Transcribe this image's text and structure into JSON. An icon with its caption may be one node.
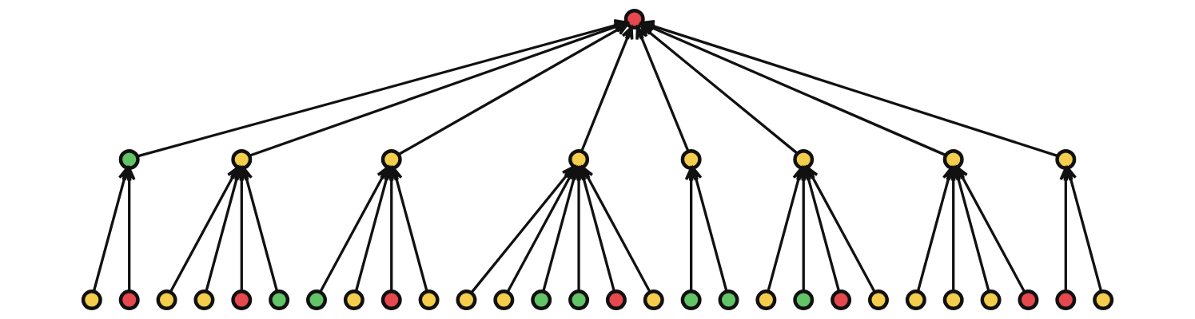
{
  "diagram": {
    "nodes": [
      {
        "text": [],
        "shape": "circle"
      },
      {
        "text": [],
        "shape": "circle"
      },
      {
        "text": [],
        "shape": "circle"
      },
      {
        "text": [],
        "shape": "circle"
      },
      {
        "text": [],
        "shape": "circle"
      },
      {
        "text": [],
        "shape": "circle"
      },
      {
        "text": [],
        "shape": "circle"
      },
      {
        "text": [],
        "shape": "circle"
      },
      {
        "text": [],
        "shape": "circle"
      },
      {
        "text": [],
        "shape": "circle"
      },
      {
        "text": [],
        "shape": "circle"
      },
      {
        "text": [],
        "shape": "circle"
      },
      {
        "text": [],
        "shape": "circle"
      },
      {
        "text": [],
        "shape": "circle"
      },
      {
        "text": [],
        "shape": "circle"
      },
      {
        "text": [],
        "shape": "circle"
      },
      {
        "text": [],
        "shape": "circle"
      },
      {
        "text": [],
        "shape": "circle"
      },
      {
        "text": [],
        "shape": "circle"
      },
      {
        "text": [],
        "shape": "circle"
      },
      {
        "text": [],
        "shape": "circle"
      },
      {
        "text": [],
        "shape": "circle"
      },
      {
        "text": [],
        "shape": "circle"
      },
      {
        "text": [],
        "shape": "circle"
      },
      {
        "text": [],
        "shape": "circle"
      },
      {
        "text": [],
        "shape": "circle"
      },
      {
        "text": [],
        "shape": "circle"
      },
      {
        "text": [],
        "shape": "circle"
      },
      {
        "text": [],
        "shape": "circle"
      },
      {
        "text": [],
        "shape": "circle"
      },
      {
        "text": [],
        "shape": "circle"
      },
      {
        "text": [],
        "shape": "circle"
      },
      {
        "text": [],
        "shape": "circle"
      },
      {
        "text": [],
        "shape": "circle"
      },
      {
        "text": [],
        "shape": "circle"
      },
      {
        "text": [],
        "shape": "circle"
      },
      {
        "text": [],
        "shape": "circle"
      }
    ],
    "edges": [
      {
        "from": 1,
        "to": 0,
        "arrow": "to"
      },
      {
        "from": 2,
        "to": 0,
        "arrow": "to"
      },
      {
        "from": 3,
        "to": 0,
        "arrow": "to"
      },
      {
        "from": 4,
        "to": 0,
        "arrow": "to"
      },
      {
        "from": 5,
        "to": 0,
        "arrow": "to"
      },
      {
        "from": 6,
        "to": 0,
        "arrow": "to"
      },
      {
        "from": 7,
        "to": 0,
        "arrow": "to"
      },
      {
        "from": 8,
        "to": 0,
        "arrow": "to"
      },
      {
        "from": 9,
        "to": 1,
        "arrow": "to"
      },
      {
        "from": 10,
        "to": 1,
        "arrow": "to"
      },
      {
        "from": 11,
        "to": 2,
        "arrow": "to"
      },
      {
        "from": 12,
        "to": 2,
        "arrow": "to"
      },
      {
        "from": 13,
        "to": 2,
        "arrow": "to"
      },
      {
        "from": 14,
        "to": 2,
        "arrow": "to"
      },
      {
        "from": 15,
        "to": 3,
        "arrow": "to"
      },
      {
        "from": 16,
        "to": 3,
        "arrow": "to"
      },
      {
        "from": 17,
        "to": 3,
        "arrow": "to"
      },
      {
        "from": 18,
        "to": 3,
        "arrow": "to"
      },
      {
        "from": 19,
        "to": 4,
        "arrow": "to"
      },
      {
        "from": 20,
        "to": 4,
        "arrow": "to"
      },
      {
        "from": 21,
        "to": 4,
        "arrow": "to"
      },
      {
        "from": 22,
        "to": 4,
        "arrow": "to"
      },
      {
        "from": 23,
        "to": 4,
        "arrow": "to"
      },
      {
        "from": 24,
        "to": 4,
        "arrow": "to"
      },
      {
        "from": 25,
        "to": 5,
        "arrow": "to"
      },
      {
        "from": 26,
        "to": 5,
        "arrow": "to"
      },
      {
        "from": 27,
        "to": 6,
        "arrow": "to"
      },
      {
        "from": 28,
        "to": 6,
        "arrow": "to"
      },
      {
        "from": 29,
        "to": 6,
        "arrow": "to"
      },
      {
        "from": 30,
        "to": 6,
        "arrow": "to"
      },
      {
        "from": 31,
        "to": 7,
        "arrow": "to"
      },
      {
        "from": 32,
        "to": 7,
        "arrow": "to"
      },
      {
        "from": 33,
        "to": 7,
        "arrow": "to"
      },
      {
        "from": 34,
        "to": 7,
        "arrow": "to"
      },
      {
        "from": 35,
        "to": 8,
        "arrow": "to"
      },
      {
        "from": 36,
        "to": 8,
        "arrow": "to"
      }
    ]
  }
}
